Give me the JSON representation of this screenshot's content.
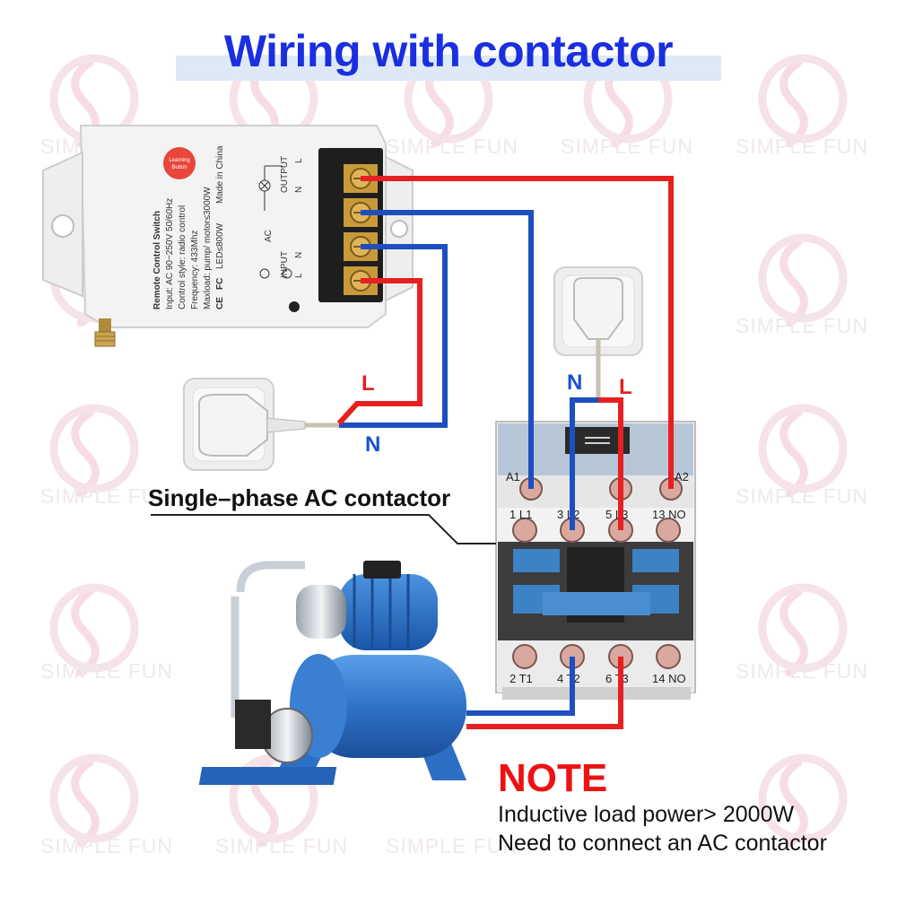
{
  "title": "Wiring with contactor",
  "watermark": {
    "brand": "SIMPLE FUN"
  },
  "device": {
    "name": "Remote Control Switch",
    "input": "Input: AC 90~250V 50/60Hz",
    "control_style": "Control style: radio control",
    "frequency": "Frequency: 433Mhz",
    "maxload": "Maxload: pump/ motor≤3000W",
    "led": "LED≤800W",
    "made_in": "Made in China",
    "button_line1": "Learning",
    "button_line2": "Button",
    "input_label": "INPUT",
    "output_label": "OUTPUT",
    "ac_label": "AC",
    "in_l": "L",
    "in_n": "N",
    "out_n": "N",
    "out_l": "L",
    "ce": "CE",
    "fc": "FC"
  },
  "wire_labels": {
    "left_l": "L",
    "left_n": "N",
    "right_n": "N",
    "right_l": "L"
  },
  "contactor": {
    "label": "Single–phase AC contactor",
    "coil_a1": "A1",
    "coil_a2": "A2",
    "top_terminals": [
      "1 L1",
      "3 L2",
      "5 L3",
      "13 NO"
    ],
    "bottom_terminals": [
      "2 T1",
      "4 T2",
      "6 T3",
      "14 NO"
    ]
  },
  "note": {
    "title": "NOTE",
    "line1": "Inductive load power> 2000W",
    "line2": "Need to connect an AC contactor"
  },
  "colors": {
    "title": "#1a2fe0",
    "wire_red": "#e62020",
    "wire_blue": "#1d4fbf",
    "contactor_blue": "#3d82c4",
    "pump_blue": "#2f72c8",
    "note_red": "#ee1111"
  }
}
